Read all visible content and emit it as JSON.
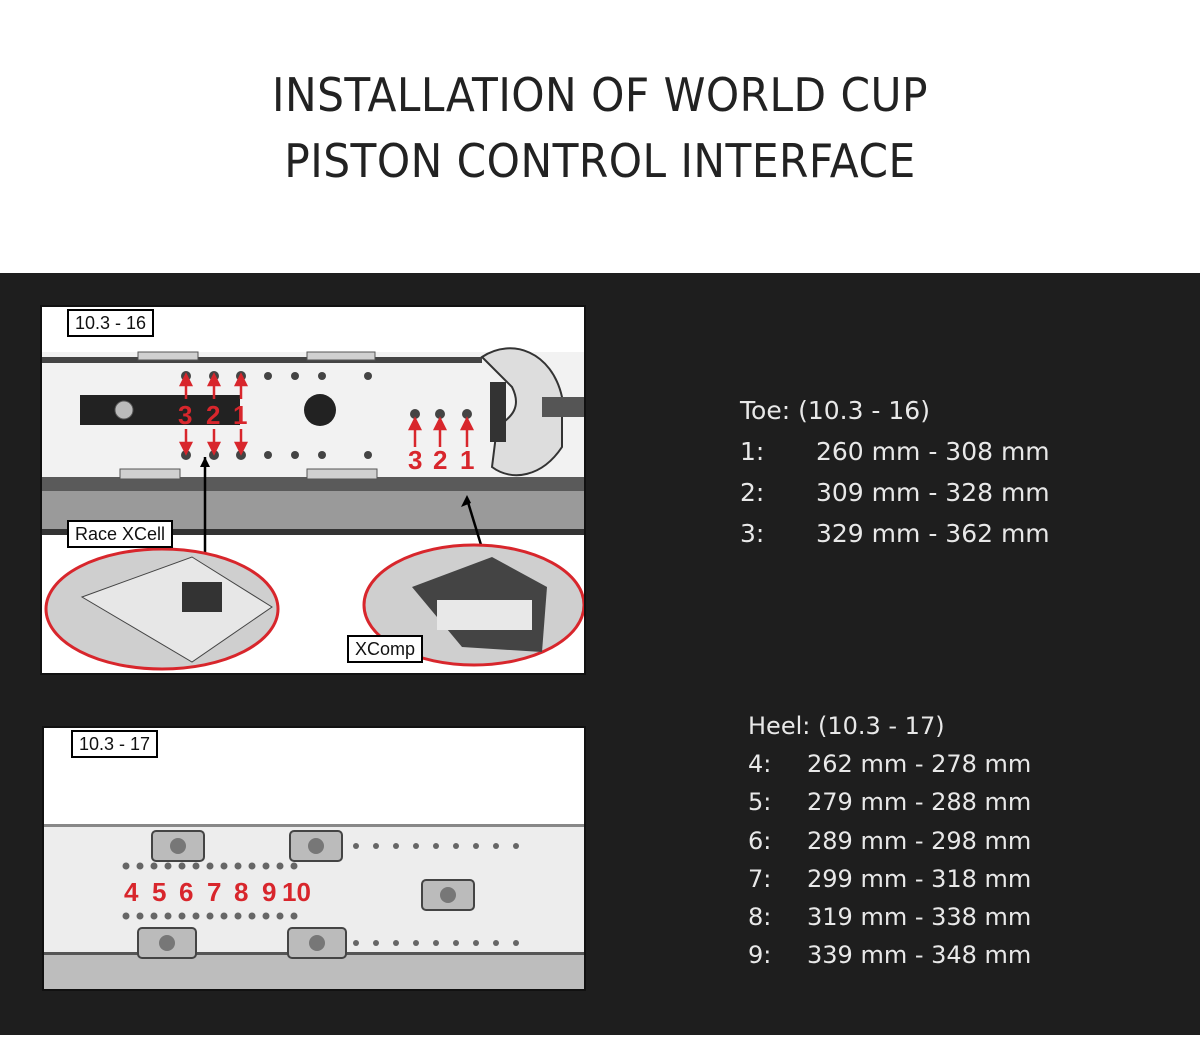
{
  "title": {
    "line1": "INSTALLATION OF WORLD CUP",
    "line2": "PISTON CONTROL INTERFACE"
  },
  "figure_toe": {
    "tag": "10.3 - 16",
    "left_numbers": [
      "3",
      "2",
      "1"
    ],
    "right_numbers": [
      "3",
      "2",
      "1"
    ],
    "callout_left": "Race XCell",
    "callout_right": "XComp"
  },
  "figure_heel": {
    "tag": "10.3 - 17",
    "numbers": [
      "4",
      "5",
      "6",
      "7",
      "8",
      "9",
      "10"
    ]
  },
  "toe": {
    "heading": "Toe: (10.3 - 16)",
    "rows": [
      {
        "k": "1:",
        "v": "260 mm - 308 mm"
      },
      {
        "k": "2:",
        "v": "309 mm - 328 mm"
      },
      {
        "k": "3:",
        "v": "329 mm - 362 mm"
      }
    ]
  },
  "heel": {
    "heading": "Heel: (10.3 - 17)",
    "rows": [
      {
        "k": "4:",
        "v": "262 mm - 278 mm"
      },
      {
        "k": "5:",
        "v": "279 mm - 288 mm"
      },
      {
        "k": "6:",
        "v": "289 mm - 298 mm"
      },
      {
        "k": "7:",
        "v": "299 mm - 318 mm"
      },
      {
        "k": "8:",
        "v": "319 mm - 338 mm"
      },
      {
        "k": "9:",
        "v": "339 mm - 348 mm"
      }
    ]
  },
  "colors": {
    "panel": "#1e1e1e",
    "accent_red": "#d8262c",
    "spec_text": "#e8e8e8"
  }
}
